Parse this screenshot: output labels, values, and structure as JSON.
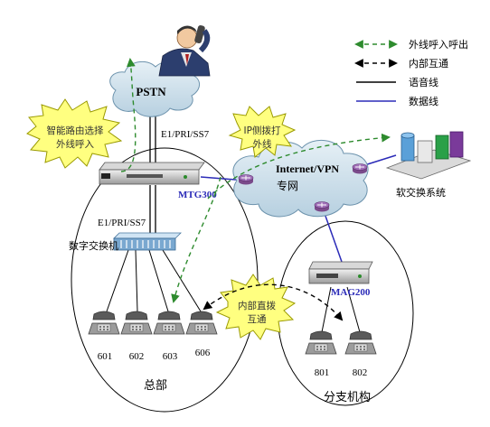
{
  "legend": {
    "items": [
      {
        "label": "外线呼入呼出",
        "style": "outside-call",
        "color": "#2e8b2e"
      },
      {
        "label": "内部互通",
        "style": "internal-call",
        "color": "#000000"
      },
      {
        "label": "语音线",
        "style": "voice-line",
        "color": "#000000"
      },
      {
        "label": "数据线",
        "style": "data-line",
        "color": "#2b2bb8"
      }
    ]
  },
  "nodes": {
    "pstn": "PSTN",
    "internet": "Internet/VPN",
    "internet_sub": "专网",
    "softswitch": "软交换系统",
    "mtg": "MTG300",
    "mag": "MAG200",
    "pbx": "数字交换机",
    "trunk_top": "E1/PRI/SS7",
    "trunk_bottom": "E1/PRI/SS7"
  },
  "callouts": {
    "smart_routing": [
      "智能路由选择",
      "外线呼入"
    ],
    "ip_dial": [
      "IP侧拨打",
      "外线"
    ],
    "internal_dial": [
      "内部直拨",
      "互通"
    ]
  },
  "phones": {
    "hq": [
      "601",
      "602",
      "603",
      "606"
    ],
    "branch": [
      "801",
      "802"
    ]
  },
  "sites": {
    "hq": "总部",
    "branch": "分支机构"
  },
  "colors": {
    "burst": "#ffff80",
    "burst_stroke": "#9a9a00",
    "cloud_fill": "#cde0ec",
    "data_line": "#2b2bb8",
    "outside_call": "#2e8b2e"
  }
}
